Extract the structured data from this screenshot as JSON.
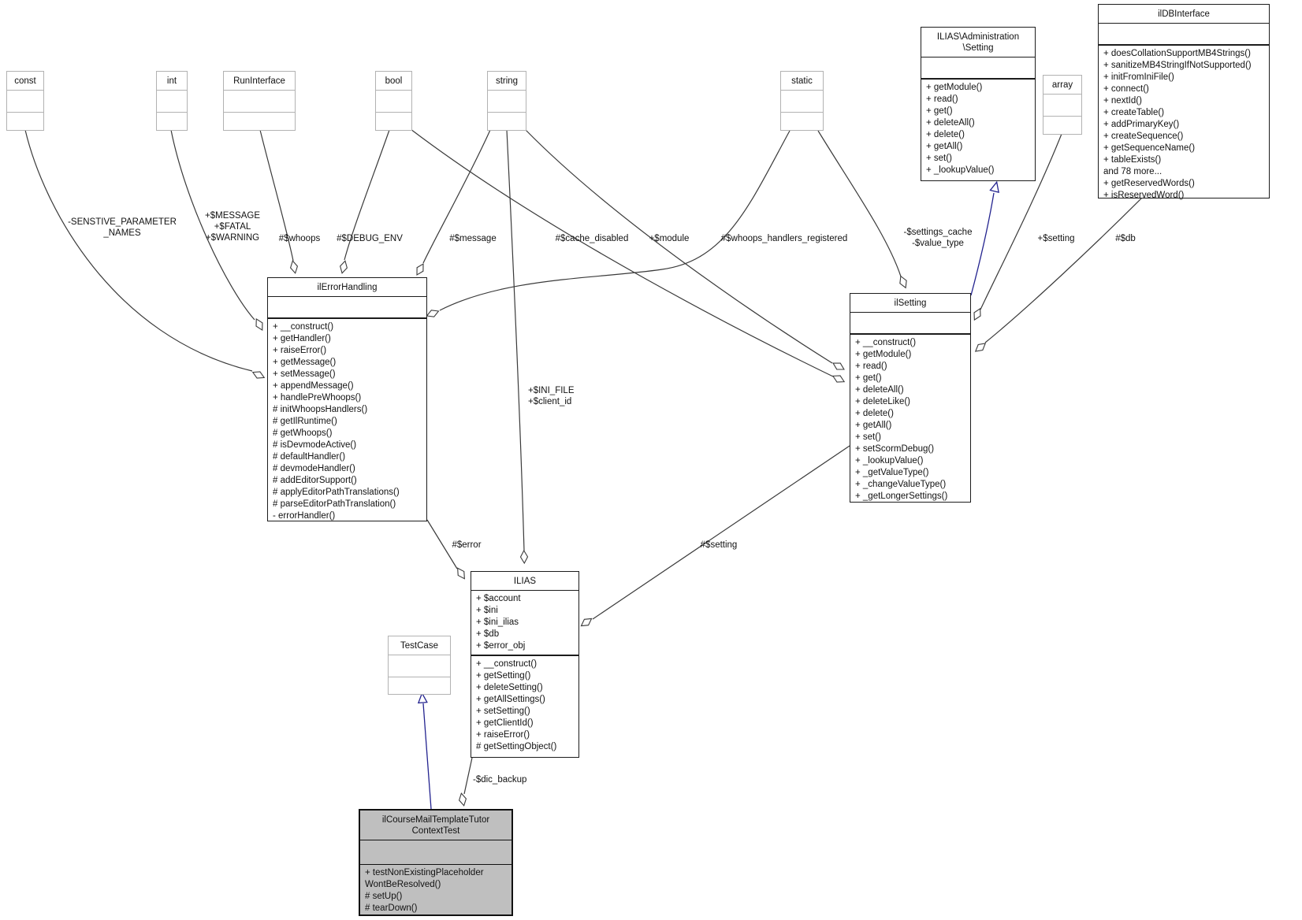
{
  "diagram_type": "uml-collaboration-diagram",
  "colors": {
    "node_fill": "#ffffff",
    "node_border": "#1c1c1c",
    "scalar_border": "#b2b2b2",
    "edge_gray": "#3a3a3a",
    "inheritance_blue": "#23238f",
    "highlight_node_fill": "#bfbfbf"
  },
  "classes": {
    "const": {
      "name": "const"
    },
    "int": {
      "name": "int"
    },
    "run_interface": {
      "name": "RunInterface"
    },
    "bool": {
      "name": "bool"
    },
    "string": {
      "name": "string"
    },
    "static": {
      "name": "static"
    },
    "array": {
      "name": "array"
    },
    "admin_setting": {
      "name": "ILIAS\\Administration\n\\Setting",
      "methods": [
        "+ getModule()",
        "+ read()",
        "+ get()",
        "+ deleteAll()",
        "+ delete()",
        "+ getAll()",
        "+ set()",
        "+ _lookupValue()"
      ]
    },
    "il_db_interface": {
      "name": "ilDBInterface",
      "methods": [
        "+ doesCollationSupportMB4Strings()",
        "+ sanitizeMB4StringIfNotSupported()",
        "+ initFromIniFile()",
        "+ connect()",
        "+ nextId()",
        "+ createTable()",
        "+ addPrimaryKey()",
        "+ createSequence()",
        "+ getSequenceName()",
        "+ tableExists()",
        "and 78 more...",
        "+ getReservedWords()",
        "+ isReservedWord()"
      ]
    },
    "il_error_handling": {
      "name": "ilErrorHandling",
      "methods": [
        "+ __construct()",
        "+ getHandler()",
        "+ raiseError()",
        "+ getMessage()",
        "+ setMessage()",
        "+ appendMessage()",
        "+ handlePreWhoops()",
        "# initWhoopsHandlers()",
        "# getIlRuntime()",
        "# getWhoops()",
        "# isDevmodeActive()",
        "# defaultHandler()",
        "# devmodeHandler()",
        "# addEditorSupport()",
        "# applyEditorPathTranslations()",
        "# parseEditorPathTranslation()",
        "- errorHandler()"
      ]
    },
    "il_setting": {
      "name": "ilSetting",
      "methods": [
        "+ __construct()",
        "+ getModule()",
        "+ read()",
        "+ get()",
        "+ deleteAll()",
        "+ deleteLike()",
        "+ delete()",
        "+ getAll()",
        "+ set()",
        "+ setScormDebug()",
        "+ _lookupValue()",
        "+ _getValueType()",
        "+ _changeValueType()",
        "+ _getLongerSettings()"
      ]
    },
    "ilias": {
      "name": "ILIAS",
      "attributes": [
        "+ $account",
        "+ $ini",
        "+ $ini_ilias",
        "+ $db",
        "+ $error_obj"
      ],
      "methods": [
        "+ __construct()",
        "+ getSetting()",
        "+ deleteSetting()",
        "+ getAllSettings()",
        "+ setSetting()",
        "+ getClientId()",
        "+ raiseError()",
        "# getSettingObject()"
      ]
    },
    "test_case": {
      "name": "TestCase"
    },
    "test_class": {
      "name": "ilCourseMailTemplateTutor\nContextTest",
      "methods": [
        "+ testNonExistingPlaceholder\nWontBeResolved()",
        "# setUp()",
        "# tearDown()"
      ]
    }
  },
  "edge_labels": {
    "sensitive_parameter_names": "-SENSTIVE_PARAMETER\n_NAMES",
    "message_fatal_warning": "+$MESSAGE\n+$FATAL\n+$WARNING",
    "whoops": "#$whoops",
    "debug_env": "#$DEBUG_ENV",
    "message": "#$message",
    "cache_disabled": "#$cache_disabled",
    "module": "+$module",
    "whoops_handlers_registered": "#$whoops_handlers_registered",
    "settings_cache_value_type": "-$settings_cache\n-$value_type",
    "setting_attr": "+$setting",
    "db": "#$db",
    "ini_file_client_id": "+$INI_FILE\n+$client_id",
    "error": "#$error",
    "setting_member": "#$setting",
    "dic_backup": "-$dic_backup"
  }
}
